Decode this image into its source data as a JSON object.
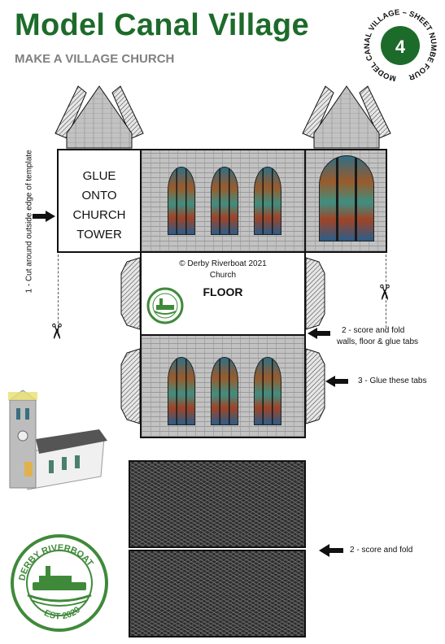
{
  "header": {
    "title": "Model Canal Village",
    "subtitle": "MAKE A VILLAGE CHURCH"
  },
  "badge": {
    "number": "4",
    "ring_text": "MODEL CANAL VILLAGE – SHEET NUMBE FOUR",
    "color": "#1d6b2a"
  },
  "template": {
    "glue_panel_label": [
      "GLUE",
      "ONTO",
      "CHURCH",
      "TOWER"
    ],
    "copyright": "© Derby Riverboat 2021",
    "model_name": "Church",
    "floor_label": "FLOOR"
  },
  "instructions": {
    "cut": "1 - Cut around outside edge of template",
    "score_fold_line1": "2 - score and fold",
    "score_fold_line2": "walls, floor & glue tabs",
    "glue_tabs": "3 - Glue these tabs",
    "score_fold_roof": "2 - score and fold"
  },
  "logo": {
    "top_text": "DERBY RIVERBOAT",
    "bottom_text": "EST 2020",
    "color": "#3f8a3a"
  },
  "icons": {
    "scissors": "✂"
  }
}
